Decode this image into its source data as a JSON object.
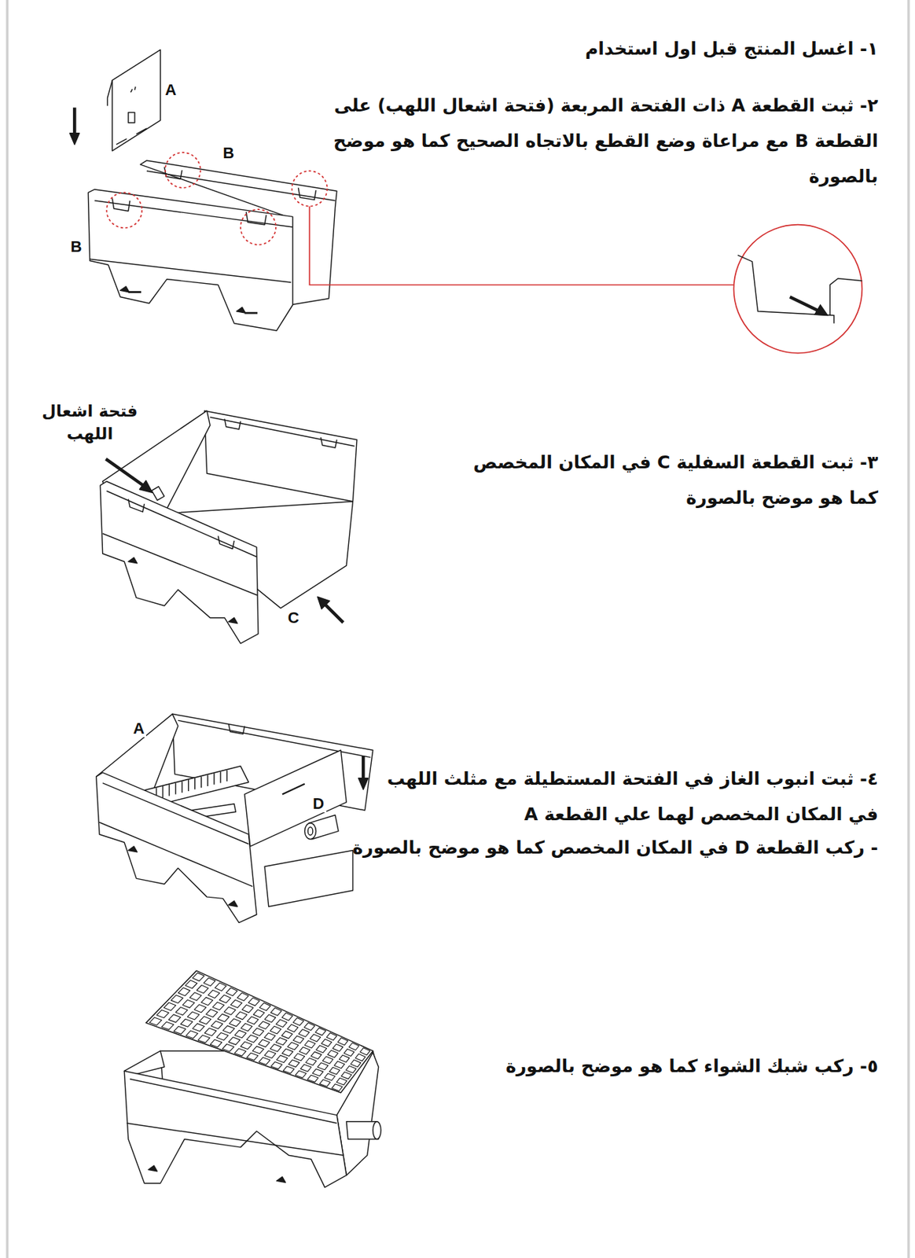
{
  "diagram": {
    "labels": [
      "١- اغسل المنتج قبل اول استخدام",
      "A",
      "٢- ثبت القطعة A ذات الفتحة المربعة (فتحة اشعال اللهب) على القطعة B مع مراعاة وضع القطع بالاتجاه الصحيح كما هو موضح بالصورة",
      "B",
      "B",
      "فتحة اشعال اللهب",
      "٣- ثبت القطعة السفلية C في المكان المخصص كما هو موضح بالصورة",
      "C",
      "A",
      "٤- ثبت انبوب الغاز في الفتحة المستطيلة مع مثلث اللهب في المكان المخصص لهما علي القطعة A",
      "D",
      "- ركب القطعة D في المكان المخصص كما هو موضح بالصورة",
      "٥- ركب شبك الشواء كما هو موضح بالصورة"
    ]
  }
}
